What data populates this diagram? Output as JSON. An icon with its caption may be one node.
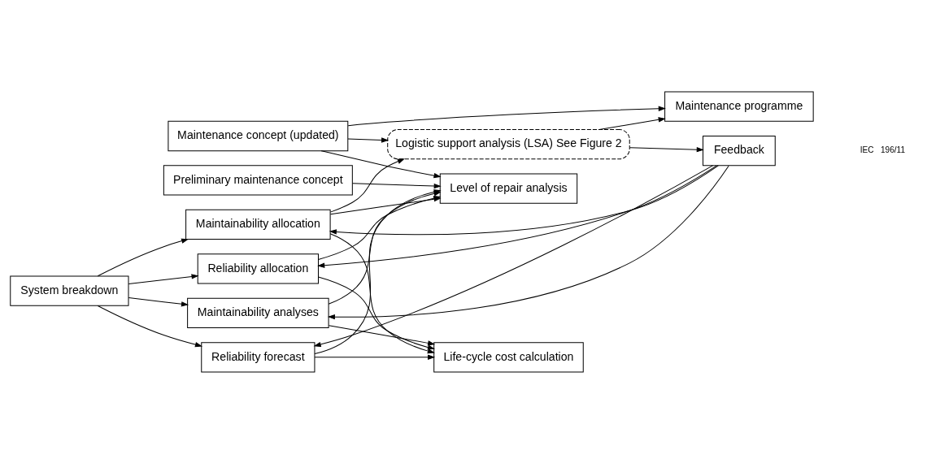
{
  "diagram": {
    "nodes": [
      {
        "text": [
          "System breakdown"
        ]
      },
      {
        "text": [
          "Preliminary maintenance concept"
        ]
      },
      {
        "text": [
          "Maintenance concept (updated)"
        ]
      },
      {
        "text": [
          "Reliability forecast"
        ]
      },
      {
        "text": [
          "Reliability allocation"
        ]
      },
      {
        "text": [
          "Maintainability analyses"
        ]
      },
      {
        "text": [
          "Maintainability allocation"
        ]
      },
      {
        "text": [
          "Level of repair analysis"
        ]
      },
      {
        "text": [
          "Life-cycle cost calculation"
        ]
      },
      {
        "text": [
          "Logistic support analysis (LSA) See Figure 2"
        ]
      },
      {
        "text": [
          "Maintenance programme"
        ]
      },
      {
        "text": [
          "Feedback"
        ]
      }
    ],
    "edges": [
      {
        "from": 0,
        "to": 3,
        "arrow": "to"
      },
      {
        "from": 0,
        "to": 4,
        "arrow": "to"
      },
      {
        "from": 0,
        "to": 5,
        "arrow": "to"
      },
      {
        "from": 0,
        "to": 6,
        "arrow": "to"
      },
      {
        "from": 11,
        "to": 3,
        "arrow": "to"
      },
      {
        "from": 11,
        "to": 4,
        "arrow": "to"
      },
      {
        "from": 11,
        "to": 5,
        "arrow": "to"
      },
      {
        "from": 11,
        "to": 6,
        "arrow": "to"
      },
      {
        "from": 1,
        "to": 7,
        "arrow": "to"
      },
      {
        "from": 2,
        "to": 7,
        "arrow": "to"
      },
      {
        "from": 3,
        "to": 7,
        "arrow": "to"
      },
      {
        "from": 3,
        "to": 8,
        "arrow": "to"
      },
      {
        "from": 4,
        "to": 7,
        "arrow": "to"
      },
      {
        "from": 4,
        "to": 8,
        "arrow": "to"
      },
      {
        "from": 5,
        "to": 7,
        "arrow": "to"
      },
      {
        "from": 5,
        "to": 8,
        "arrow": "to"
      },
      {
        "from": 6,
        "to": 7,
        "arrow": "to"
      },
      {
        "from": 6,
        "to": 8,
        "arrow": "to"
      },
      {
        "from": 2,
        "to": 9,
        "arrow": "to"
      },
      {
        "from": 6,
        "to": 9,
        "arrow": "to"
      },
      {
        "from": 2,
        "to": 10,
        "arrow": "to"
      },
      {
        "from": 9,
        "to": 10,
        "arrow": "to"
      },
      {
        "from": 9,
        "to": 11,
        "arrow": "to"
      }
    ],
    "labels": [
      "IEC   196/11"
    ]
  }
}
